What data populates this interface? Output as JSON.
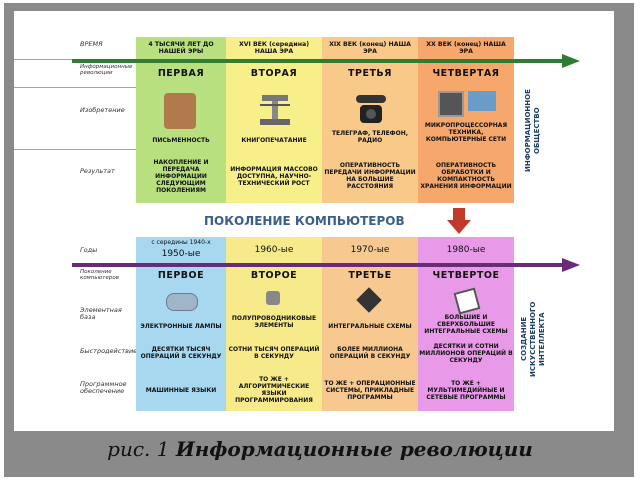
{
  "top": {
    "row_labels": [
      "ВРЕМЯ",
      "Информационные революции",
      "Изобретение",
      "Результат"
    ],
    "time": [
      "4 ТЫСЯЧИ ЛЕТ ДО НАШЕЙ ЭРЫ",
      "XVI ВЕК (середина) НАША ЭРА",
      "XIX ВЕК (конец) НАША ЭРА",
      "XX ВЕК (конец) НАША ЭРА"
    ],
    "ordinals": [
      "ПЕРВАЯ",
      "ВТОРАЯ",
      "ТРЕТЬЯ",
      "ЧЕТВЕРТАЯ"
    ],
    "inventions": [
      "ПИСЬМЕННОСТЬ",
      "КНИГОПЕЧАТАНИЕ",
      "ТЕЛЕГРАФ, ТЕЛЕФОН, РАДИО",
      "МИКРОПРОЦЕССОРНАЯ ТЕХНИКА, КОМПЬЮТЕРНЫЕ СЕТИ"
    ],
    "results": [
      "НАКОПЛЕНИЕ И ПЕРЕДАЧА ИНФОРМАЦИИ СЛЕДУЮЩИМ ПОКОЛЕНИЯМ",
      "ИНФОРМАЦИЯ МАССОВО ДОСТУПНА, НАУЧНО-ТЕХНИЧЕСКИЙ РОСТ",
      "ОПЕРАТИВНОСТЬ ПЕРЕДАЧИ ИНФОРМАЦИИ НА БОЛЬШИЕ РАССТОЯНИЯ",
      "ОПЕРАТИВНОСТЬ ОБРАБОТКИ И КОМПАКТНОСТЬ ХРАНЕНИЯ ИНФОРМАЦИИ"
    ],
    "side_label": "ИНФОРМАЦИОННОЕ ОБЩЕСТВО"
  },
  "middle_title": "ПОКОЛЕНИЕ КОМПЬЮТЕРОВ",
  "bottom": {
    "row_labels": [
      "Годы",
      "Поколение компьютеров",
      "Элементная база",
      "Быстродействие",
      "Программное обеспечение"
    ],
    "years_note": "с середины 1940-х",
    "years": [
      "1950-ые",
      "1960-ые",
      "1970-ые",
      "1980-ые"
    ],
    "ordinals": [
      "ПЕРВОЕ",
      "ВТОРОЕ",
      "ТРЕТЬЕ",
      "ЧЕТВЕРТОЕ"
    ],
    "elements": [
      "ЭЛЕКТРОННЫЕ ЛАМПЫ",
      "ПОЛУПРОВОДНИКОВЫЕ ЭЛЕМЕНТЫ",
      "ИНТЕГРАЛЬНЫЕ СХЕМЫ",
      "БОЛЬШИЕ И СВЕРХБОЛЬШИЕ ИНТЕГРАЛЬНЫЕ СХЕМЫ"
    ],
    "speed": [
      "ДЕСЯТКИ ТЫСЯЧ ОПЕРАЦИЙ В СЕКУНДУ",
      "СОТНИ ТЫСЯЧ ОПЕРАЦИЙ В СЕКУНДУ",
      "БОЛЕЕ МИЛЛИОНА ОПЕРАЦИЙ В СЕКУНДУ",
      "ДЕСЯТКИ И СОТНИ МИЛЛИОНОВ ОПЕРАЦИЙ В СЕКУНДУ"
    ],
    "software": [
      "МАШИННЫЕ ЯЗЫКИ",
      "ТО ЖЕ + АЛГОРИТМИЧЕСКИЕ ЯЗЫКИ ПРОГРАММИРОВАНИЯ",
      "ТО ЖЕ + ОПЕРАЦИОННЫЕ СИСТЕМЫ, ПРИКЛАДНЫЕ ПРОГРАММЫ",
      "ТО ЖЕ + МУЛЬТИМЕДИЙНЫЕ И СЕТЕВЫЕ ПРОГРАММЫ"
    ],
    "side_label": "СОЗДАНИЕ ИСКУССТВЕННОГО ИНТЕЛЛЕКТА"
  },
  "caption": {
    "prefix": "рис. 1",
    "title": "Информационные революции"
  },
  "colors": {
    "green_arrow": "#2e7d32",
    "purple_arrow": "#6a2a7a",
    "down_arrow": "#c0392b"
  }
}
